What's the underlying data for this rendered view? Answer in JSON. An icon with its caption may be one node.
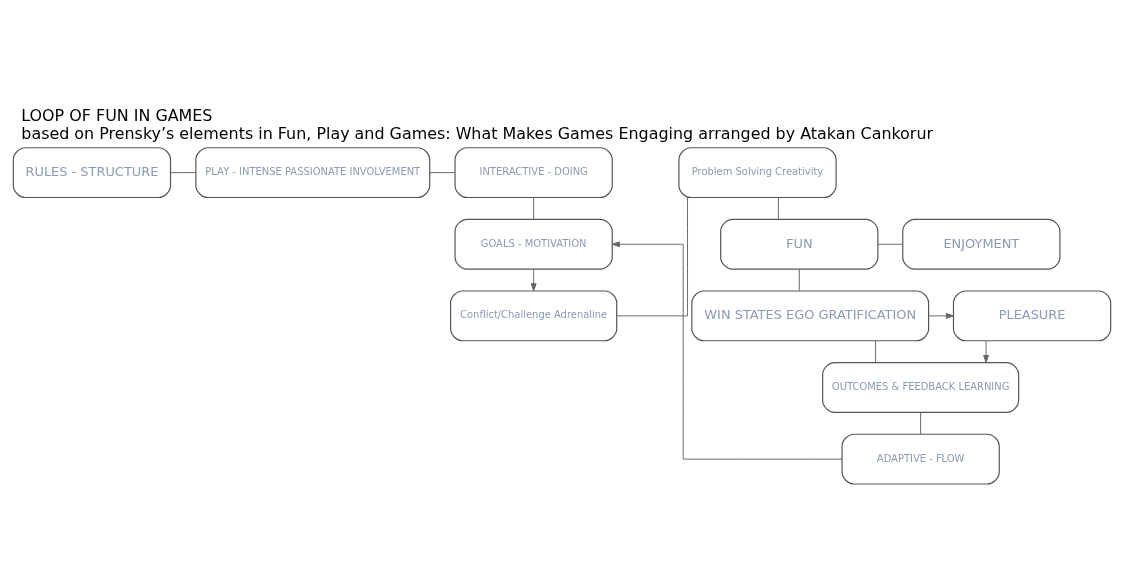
{
  "diagram": {
    "title": "LOOP OF FUN IN GAMES",
    "caption": "based on Prensky’s elements in Fun, Play and Games: What Makes Games Engaging arranged by Atakan Cankorur",
    "nodes": [
      {
        "text": [
          "RULES - STRUCTURE"
        ]
      },
      {
        "text": [
          "PLAY - INTENSE PASSIONATE INVOLVEMENT"
        ]
      },
      {
        "text": [
          "INTERACTIVE - DOING"
        ]
      },
      {
        "text": [
          "GOALS - MOTIVATION"
        ]
      },
      {
        "text": [
          "Conflict/Challenge Adrenaline"
        ]
      },
      {
        "text": [
          "Problem Solving Creativity"
        ]
      },
      {
        "text": [
          "FUN"
        ]
      },
      {
        "text": [
          "ENJOYMENT"
        ]
      },
      {
        "text": [
          "PLEASURE"
        ]
      },
      {
        "text": [
          "WIN STATES EGO GRATIFICATION"
        ]
      },
      {
        "text": [
          "OUTCOMES & FEEDBACK LEARNING"
        ]
      },
      {
        "text": [
          "ADAPTIVE - FLOW"
        ]
      }
    ],
    "edges": [
      {
        "from": 0,
        "to": 1,
        "arrow": "none"
      },
      {
        "from": 1,
        "to": 2,
        "arrow": "none"
      },
      {
        "from": 2,
        "to": 3,
        "arrow": "none"
      },
      {
        "from": 3,
        "to": 4,
        "arrow": "to"
      },
      {
        "from": 4,
        "to": 5,
        "arrow": "none"
      },
      {
        "from": 5,
        "to": 6,
        "arrow": "none"
      },
      {
        "from": 6,
        "to": 7,
        "arrow": "none"
      },
      {
        "from": 6,
        "to": 9,
        "arrow": "none"
      },
      {
        "from": 9,
        "to": 8,
        "arrow": "to"
      },
      {
        "from": 8,
        "to": 10,
        "arrow": "to"
      },
      {
        "from": 9,
        "to": 10,
        "arrow": "none"
      },
      {
        "from": 10,
        "to": 11,
        "arrow": "none"
      },
      {
        "from": 11,
        "to": 3,
        "arrow": "to"
      }
    ]
  }
}
